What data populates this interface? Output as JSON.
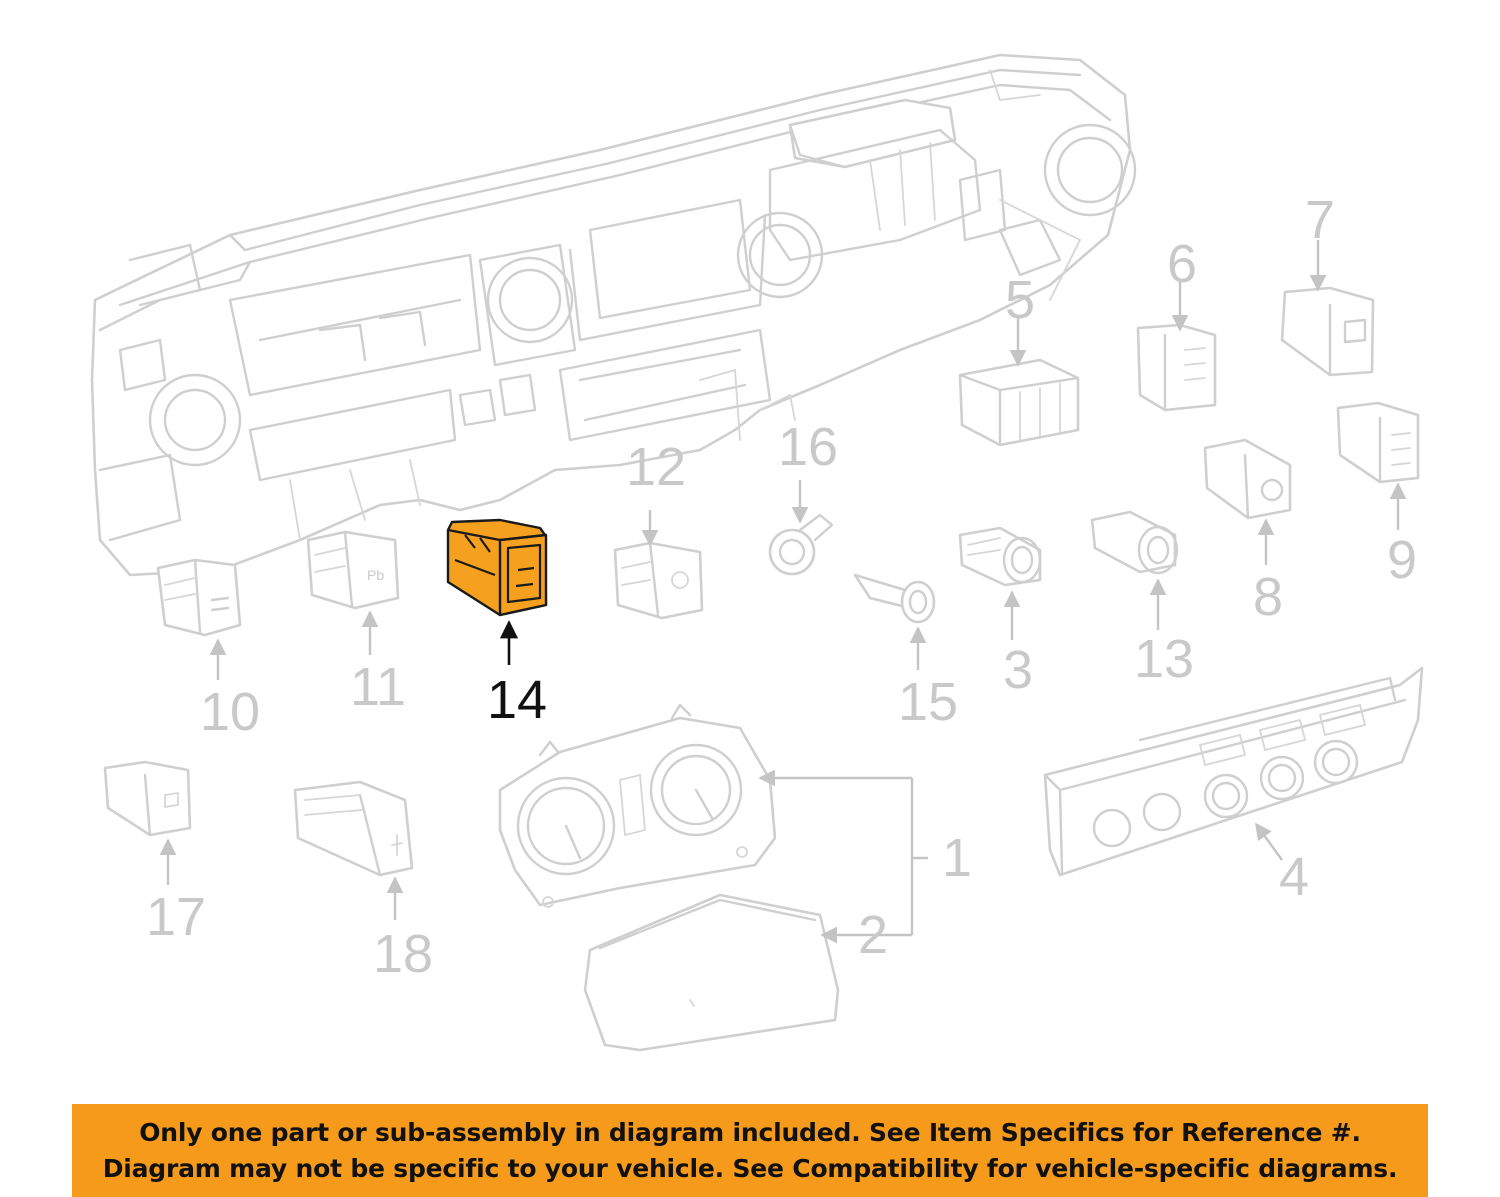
{
  "diagram": {
    "highlight_color": "#f59a1b",
    "highlighted_part": "14",
    "callouts": {
      "c1": "1",
      "c2": "2",
      "c3": "3",
      "c4": "4",
      "c5": "5",
      "c6": "6",
      "c7": "7",
      "c8": "8",
      "c9": "9",
      "c10": "10",
      "c11": "11",
      "c12": "12",
      "c13": "13",
      "c14": "14",
      "c15": "15",
      "c16": "16",
      "c17": "17",
      "c18": "18"
    }
  },
  "banner": {
    "line1": "Only one part or sub-assembly in diagram included. See Item Specifics for Reference #.",
    "line2": "Diagram may not be specific to your vehicle. See Compatibility for vehicle-specific diagrams.",
    "color": "#f59a1b"
  }
}
